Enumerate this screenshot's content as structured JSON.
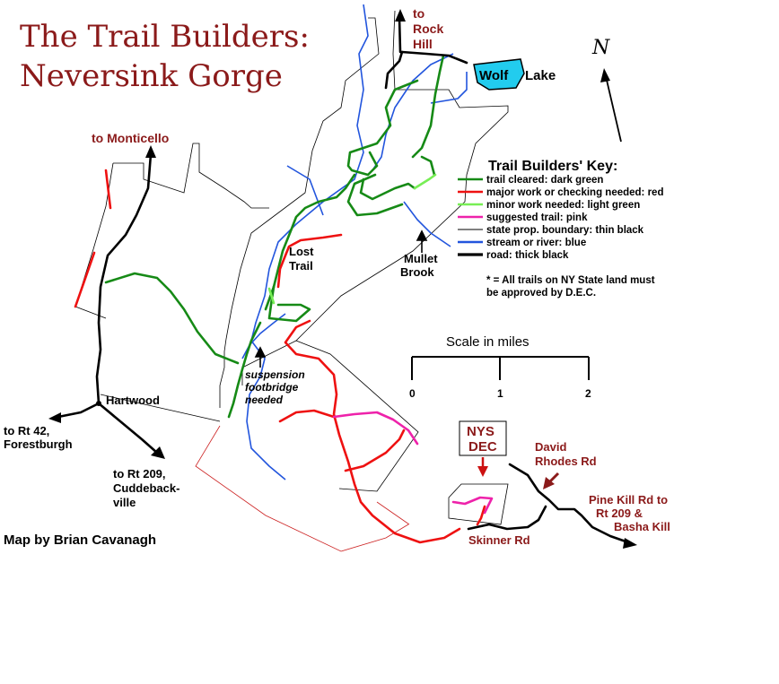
{
  "title": {
    "line1": "The Trail Builders:",
    "line2": "Neversink Gorge"
  },
  "colors": {
    "title": "#8b1a1a",
    "trail_cleared": "#168a16",
    "major_work": "#ee1111",
    "minor_work": "#77ee55",
    "suggested": "#ee22aa",
    "boundary": "#000000",
    "stream": "#2255dd",
    "road": "#000000",
    "lake": "#22ccee",
    "dec_parcel": "#cc2222"
  },
  "places": {
    "to_rock_hill": [
      "to",
      "Rock",
      "Hill"
    ],
    "wolf": "Wolf",
    "lake": "Lake",
    "to_monticello": "to Monticello",
    "lost_trail": [
      "Lost",
      "Trail"
    ],
    "mullet_brook": [
      "Mullet",
      "Brook"
    ],
    "hartwood": "Hartwood",
    "to_rt42": [
      "to Rt 42,",
      "Forestburgh"
    ],
    "to_rt209": [
      "to Rt 209,",
      "Cuddeback-",
      "ville"
    ],
    "suspension": [
      "suspension",
      "footbridge",
      "needed"
    ],
    "nys_dec": [
      "NYS",
      "DEC"
    ],
    "david_rhodes": [
      "David",
      "Rhodes Rd"
    ],
    "pine_kill": [
      "Pine Kill Rd to",
      "Rt 209 &",
      "Basha Kill"
    ],
    "skinner": "Skinner Rd"
  },
  "north_label": "N",
  "key": {
    "title": "Trail Builders' Key:",
    "items": [
      {
        "text": "trail cleared: dark green",
        "color": "#168a16",
        "weight": "medium"
      },
      {
        "text": "major work or checking needed: red",
        "color": "#ee1111",
        "weight": "medium"
      },
      {
        "text": "minor work needed: light green",
        "color": "#77ee55",
        "weight": "medium"
      },
      {
        "text": "suggested trail: pink",
        "color": "#ee22aa",
        "weight": "medium"
      },
      {
        "text": "state prop. boundary: thin black",
        "color": "#000000",
        "weight": "thin"
      },
      {
        "text": "stream or river: blue",
        "color": "#2255dd",
        "weight": "medium"
      },
      {
        "text": "road: thick black",
        "color": "#000000",
        "weight": "thick"
      }
    ],
    "note": [
      "* = All trails on NY State land must",
      "be approved by D.E.C."
    ]
  },
  "scale": {
    "title": "Scale in miles",
    "ticks": [
      "0",
      "1",
      "2"
    ]
  },
  "credit": "Map by Brian Cavanagh"
}
